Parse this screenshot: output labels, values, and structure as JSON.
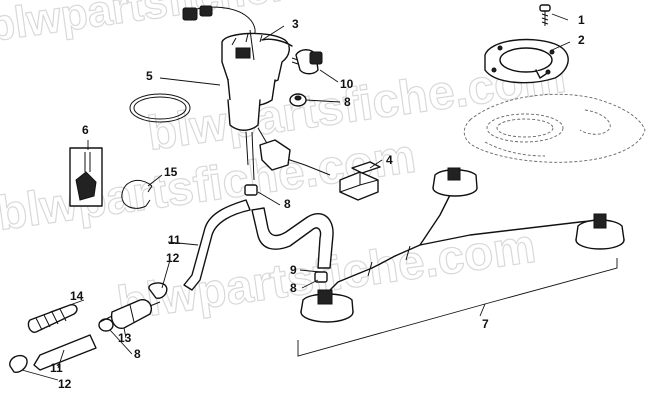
{
  "watermark": {
    "text": "blwpartsfiche.com"
  },
  "callouts": {
    "c1": "1",
    "c2": "2",
    "c3": "3",
    "c4": "4",
    "c5": "5",
    "c6": "6",
    "c7": "7",
    "c8a": "8",
    "c8b": "8",
    "c8c": "8",
    "c8d": "8",
    "c9": "9",
    "c10": "10",
    "c11a": "11",
    "c11b": "11",
    "c12a": "12",
    "c12b": "12",
    "c13": "13",
    "c14": "14",
    "c15": "15"
  },
  "colors": {
    "line": "#111111",
    "watermark": "#d9d9d9",
    "tank_outline": "#666666"
  }
}
